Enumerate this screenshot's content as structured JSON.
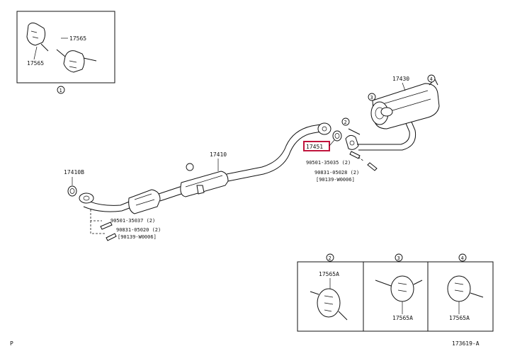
{
  "diagram": {
    "part_labels": {
      "p17565_top": "17565",
      "p17565_left": "17565",
      "p17430": "17430",
      "p17410": "17410",
      "p17410b": "17410B",
      "p17451": "17451",
      "bolt_a": "90501-35035 (2)",
      "bolt_a_short": "90501-35037 (2)",
      "bolt_b1": "90831-05028 (2)",
      "bolt_b2": "[90139-W0006]",
      "bolt_c1": "90831-05020 (2)",
      "bolt_c2": "[90139-W0006]",
      "p17565a_2": "17565A",
      "p17565a_3": "17565A",
      "p17565a_4": "17565A"
    },
    "callouts": {
      "c1": "1",
      "c2": "2",
      "c3": "3",
      "c4": "4",
      "c1_ref": "1",
      "c3_ref": "3",
      "c4_ref": "4",
      "c2_ref": "2"
    },
    "corner_left": "P",
    "figure_code": "173619-A",
    "highlight_color": "#c0143c"
  }
}
